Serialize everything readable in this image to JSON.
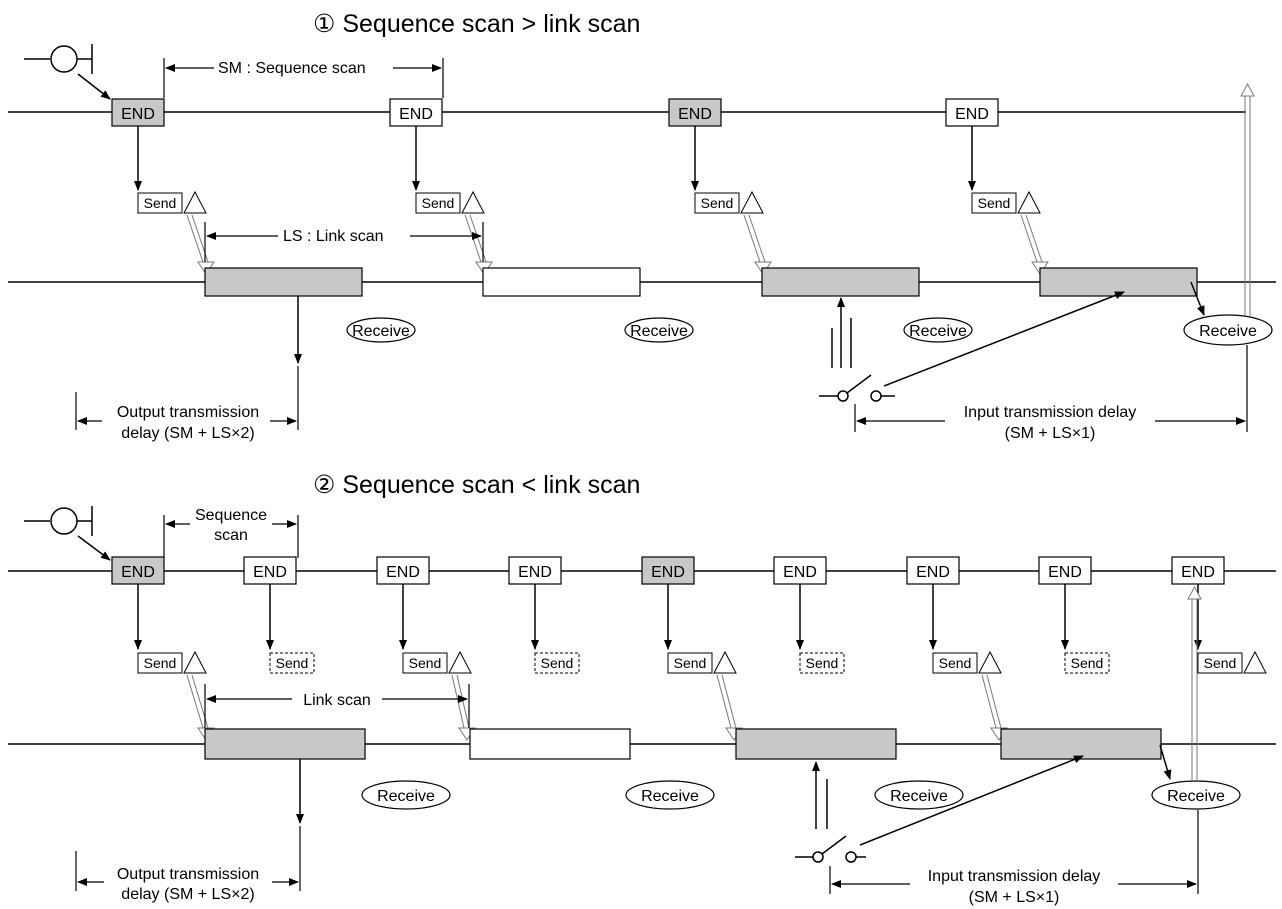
{
  "section1": {
    "title": "① Sequence scan > link scan",
    "sm_label": "SM : Sequence scan",
    "ls_label": "LS : Link scan",
    "end": "END",
    "send": "Send",
    "receive": "Receive",
    "output_delay_l1": "Output transmission",
    "output_delay_l2": "delay (SM + LS×2)",
    "input_delay_l1": "Input transmission delay",
    "input_delay_l2": "(SM + LS×1)"
  },
  "section2": {
    "title": "② Sequence scan < link scan",
    "seq_l1": "Sequence",
    "seq_l2": "scan",
    "link_label": "Link scan",
    "end": "END",
    "send": "Send",
    "receive": "Receive",
    "output_delay_l1": "Output transmission",
    "output_delay_l2": "delay (SM + LS×2)",
    "input_delay_l1": "Input transmission delay",
    "input_delay_l2": "(SM + LS×1)"
  },
  "colors": {
    "shaded": "#c8c8c8",
    "line": "#000000",
    "hollow_arrow": "#888888"
  }
}
